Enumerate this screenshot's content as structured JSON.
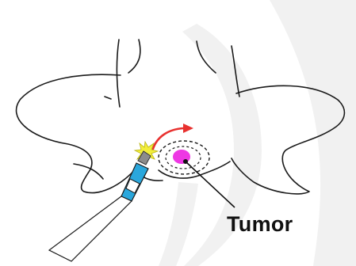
{
  "labels": {
    "tumor": "Tumor"
  },
  "colors": {
    "outline": "#1a1a1a",
    "tumor_fill": "#ee38e4",
    "probe_blue": "#2aa7dc",
    "probe_tip": "#8c8c8c",
    "spark": "#f3ee3a",
    "rotation_arrow": "#e8312f",
    "watermark": "#f1f1f1"
  },
  "icons": {
    "rotation": "curved-arrow-right",
    "energy": "spark-burst"
  }
}
